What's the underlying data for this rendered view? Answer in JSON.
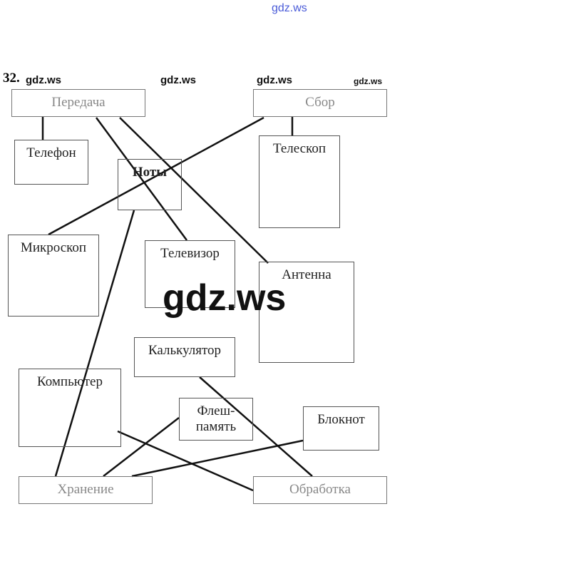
{
  "exercise_number": "32.",
  "watermarks": {
    "top": "gdz.ws",
    "center": "gdz.ws",
    "small": [
      "gdz.ws",
      "gdz.ws",
      "gdz.ws",
      "gdz.ws"
    ]
  },
  "categories": {
    "transmission": "Передача",
    "collection": "Сбор",
    "storage": "Хранение",
    "processing": "Обработка"
  },
  "devices": {
    "telephone": "Телефон",
    "notes": "Ноты",
    "telescope": "Телескоп",
    "microscope": "Микроскоп",
    "tv": "Телевизор",
    "antenna": "Антенна",
    "calculator": "Калькулятор",
    "computer": "Компьютер",
    "flash_line1": "Флеш-",
    "flash_line2": "память",
    "notebook": "Блокнот"
  },
  "connections": [
    [
      "transmission",
      "telephone"
    ],
    [
      "collection",
      "telescope"
    ],
    [
      "transmission",
      "tv"
    ],
    [
      "transmission",
      "antenna"
    ],
    [
      "collection",
      "microscope"
    ],
    [
      "notes",
      "storage"
    ],
    [
      "computer",
      "processing"
    ],
    [
      "flash",
      "storage"
    ],
    [
      "calculator",
      "processing"
    ],
    [
      "notebook",
      "storage"
    ]
  ]
}
